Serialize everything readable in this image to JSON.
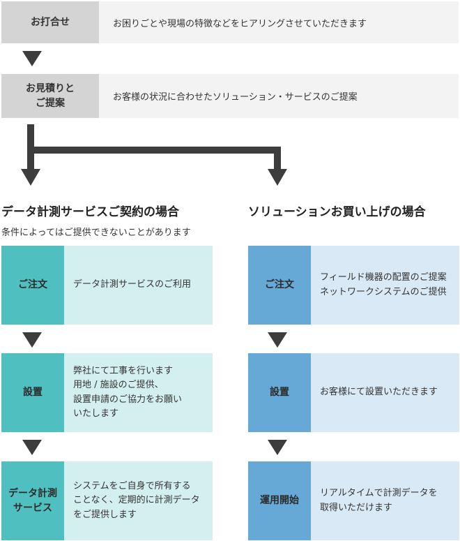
{
  "top_flow": [
    {
      "label": "お打合せ",
      "description": "お困りごとや現場の特徴などをヒアリングさせていただきます"
    },
    {
      "label": "お見積りと\nご提案",
      "description": "お客様の状況に合わせたソリューション・サービスのご提案"
    }
  ],
  "left_branch": {
    "title": "データ計測サービスご契約の場合",
    "note": "条件によってはご提供できないことがあります",
    "steps": [
      {
        "label": "ご注文",
        "description": "データ計測サービスのご利用"
      },
      {
        "label": "設置",
        "description": "弊社にて工事を行います\n用地 / 施設のご提供、\n設置申請のご協力をお願い\nいたします"
      },
      {
        "label": "データ計測\nサービス",
        "description": "システムをご自身で所有する\nことなく、定期的に計測データ\nをご提供します"
      }
    ]
  },
  "right_branch": {
    "title": "ソリューションお買い上げの場合",
    "steps": [
      {
        "label": "ご注文",
        "description": "フィールド機器の配置のご提案\nネットワークシステムのご提供"
      },
      {
        "label": "設置",
        "description": "お客様にて設置いただきます"
      },
      {
        "label": "運用開始",
        "description": "リアルタイムで計測データを\n取得いただけます"
      }
    ]
  },
  "colors": {
    "top_label_bg": "#d4d4d4",
    "top_desc_bg": "#f3f3f3",
    "left_label_bg": "#4fbfbf",
    "left_desc_bg": "#d4efef",
    "right_label_bg": "#66a8d6",
    "right_desc_bg": "#d9e9f5",
    "arrow": "#3d3d3d"
  }
}
